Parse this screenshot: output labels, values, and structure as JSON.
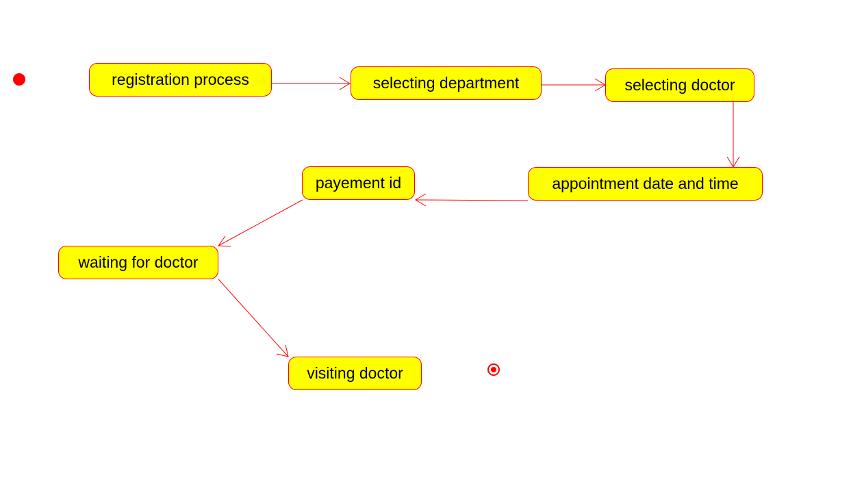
{
  "diagram": {
    "states": [
      {
        "id": "registration",
        "label": "registration process"
      },
      {
        "id": "department",
        "label": "selecting department"
      },
      {
        "id": "doctor",
        "label": "selecting doctor"
      },
      {
        "id": "appointment",
        "label": "appointment date and time"
      },
      {
        "id": "payement",
        "label": "payement id"
      },
      {
        "id": "waiting",
        "label": "waiting for doctor"
      },
      {
        "id": "visiting",
        "label": "visiting doctor"
      }
    ],
    "transitions": [
      {
        "from": "registration",
        "to": "department"
      },
      {
        "from": "department",
        "to": "doctor"
      },
      {
        "from": "doctor",
        "to": "appointment"
      },
      {
        "from": "appointment",
        "to": "payement"
      },
      {
        "from": "payement",
        "to": "waiting"
      },
      {
        "from": "waiting",
        "to": "visiting"
      }
    ],
    "colors": {
      "state_fill": "#ffff00",
      "state_border": "#ff0000",
      "arrow": "#ff0000",
      "initial_node": "#ff0000",
      "final_node": "#ff0000"
    }
  }
}
